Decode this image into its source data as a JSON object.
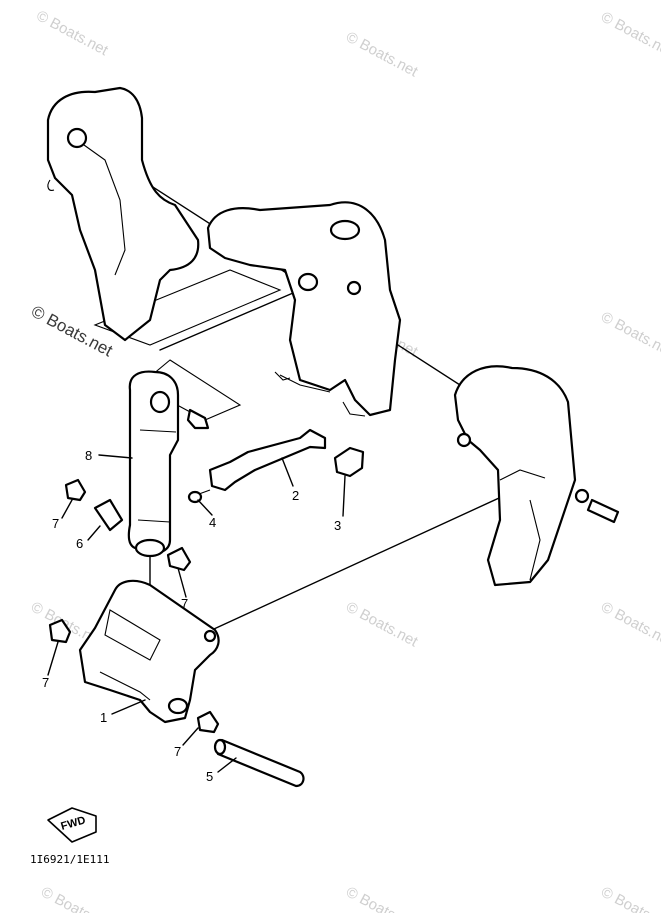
{
  "watermark": {
    "text": "© Boats.net",
    "color": "#cfcfcf"
  },
  "callouts": {
    "c1": "1",
    "c2": "2",
    "c3": "3",
    "c4": "4",
    "c5": "5",
    "c6": "6",
    "c7a": "7",
    "c7b": "7",
    "c7c": "7",
    "c7d": "7",
    "c8": "8"
  },
  "fwd_label": "FWD",
  "drawing_code": "1I6921/1E111"
}
